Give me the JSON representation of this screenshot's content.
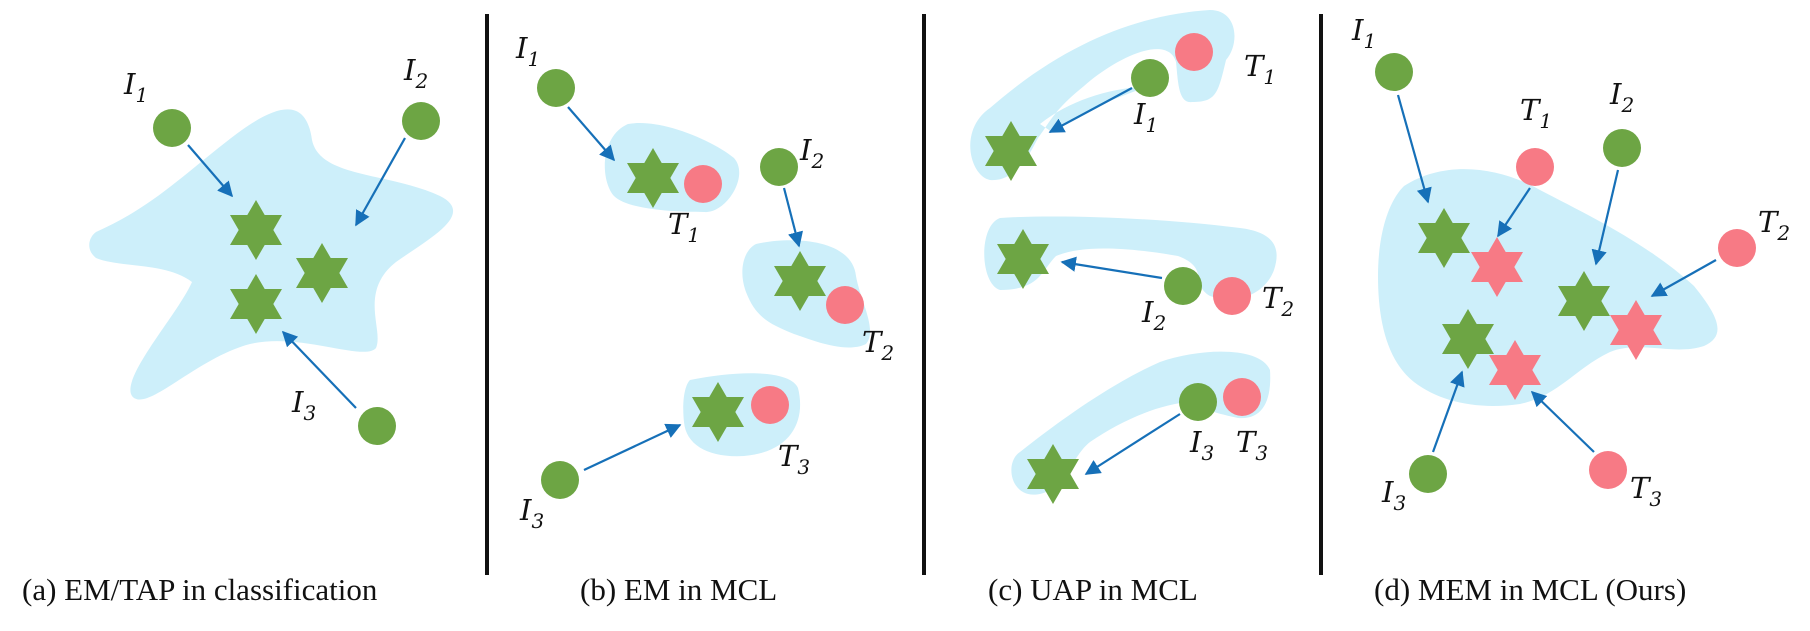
{
  "colors": {
    "cloud": "#cdeffa",
    "image_node": "#6da544",
    "text_node": "#f77a85",
    "arrow": "#1670b8",
    "divider": "#111111"
  },
  "icons": {
    "image_embedding": "circle",
    "text_embedding": "circle",
    "image_perturbed": "star-6",
    "text_perturbed": "star-6"
  },
  "panels": [
    {
      "caption": "(a)  EM/TAP in classification",
      "labels": [
        {
          "base": "I",
          "sub": "1"
        },
        {
          "base": "I",
          "sub": "2"
        },
        {
          "base": "I",
          "sub": "3"
        }
      ]
    },
    {
      "caption": "(b) EM in MCL",
      "labels": [
        {
          "base": "I",
          "sub": "1"
        },
        {
          "base": "T",
          "sub": "1"
        },
        {
          "base": "I",
          "sub": "2"
        },
        {
          "base": "T",
          "sub": "2"
        },
        {
          "base": "T",
          "sub": "3"
        },
        {
          "base": "I",
          "sub": "3"
        }
      ]
    },
    {
      "caption": "(c) UAP in MCL",
      "labels": [
        {
          "base": "T",
          "sub": "1"
        },
        {
          "base": "I",
          "sub": "1"
        },
        {
          "base": "I",
          "sub": "2"
        },
        {
          "base": "T",
          "sub": "2"
        },
        {
          "base": "I",
          "sub": "3"
        },
        {
          "base": "T",
          "sub": "3"
        }
      ]
    },
    {
      "caption": "(d) MEM in MCL (Ours)",
      "labels": [
        {
          "base": "I",
          "sub": "1"
        },
        {
          "base": "T",
          "sub": "1"
        },
        {
          "base": "I",
          "sub": "2"
        },
        {
          "base": "T",
          "sub": "2"
        },
        {
          "base": "I",
          "sub": "3"
        },
        {
          "base": "T",
          "sub": "3"
        }
      ]
    }
  ]
}
